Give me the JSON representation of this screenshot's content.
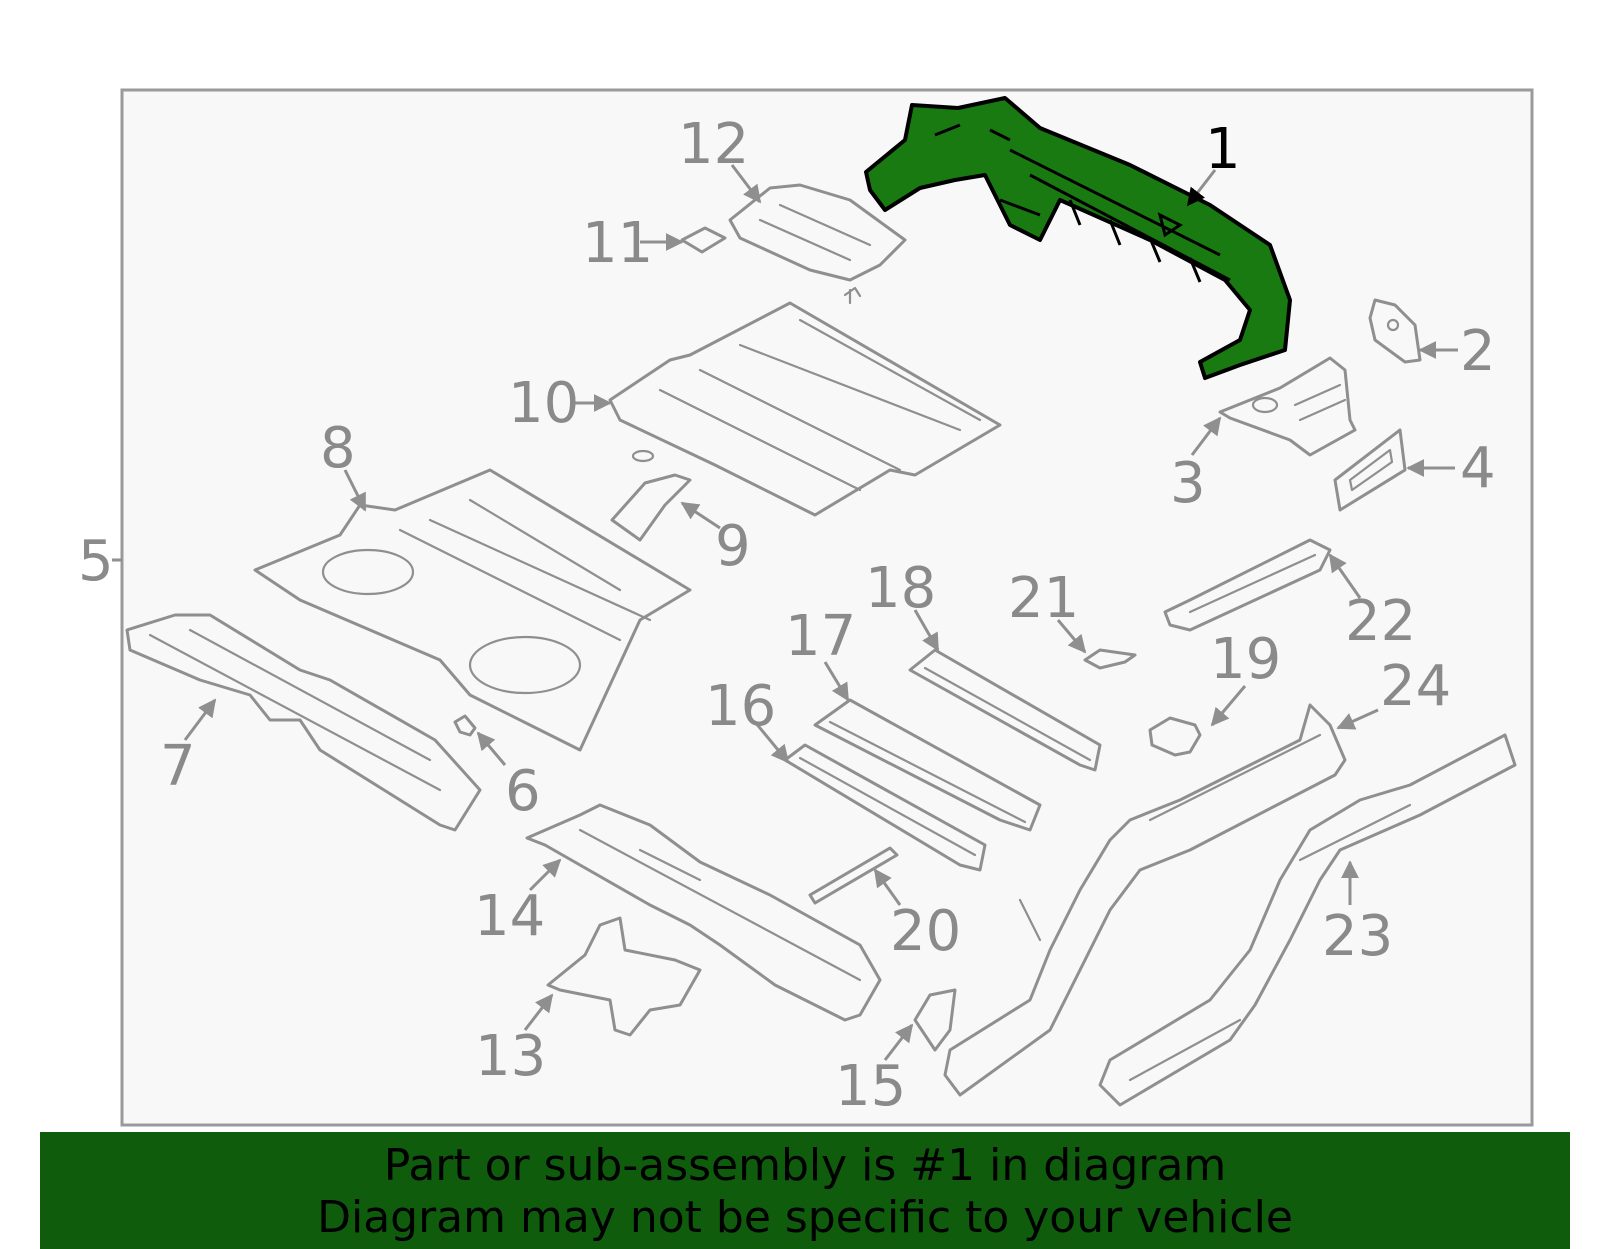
{
  "diagram": {
    "highlight_color": "#1a7a12",
    "part_stroke_color": "#8f8f8f",
    "callouts": [
      "1",
      "2",
      "3",
      "4",
      "5",
      "6",
      "7",
      "8",
      "9",
      "10",
      "11",
      "12",
      "13",
      "14",
      "15",
      "16",
      "17",
      "18",
      "19",
      "20",
      "21",
      "22",
      "23",
      "24"
    ],
    "highlighted_part": "1"
  },
  "banner": {
    "background": "#0e5c0c",
    "line1": "Part or sub-assembly is #1 in diagram",
    "line2": "Diagram may not be specific to your vehicle"
  }
}
